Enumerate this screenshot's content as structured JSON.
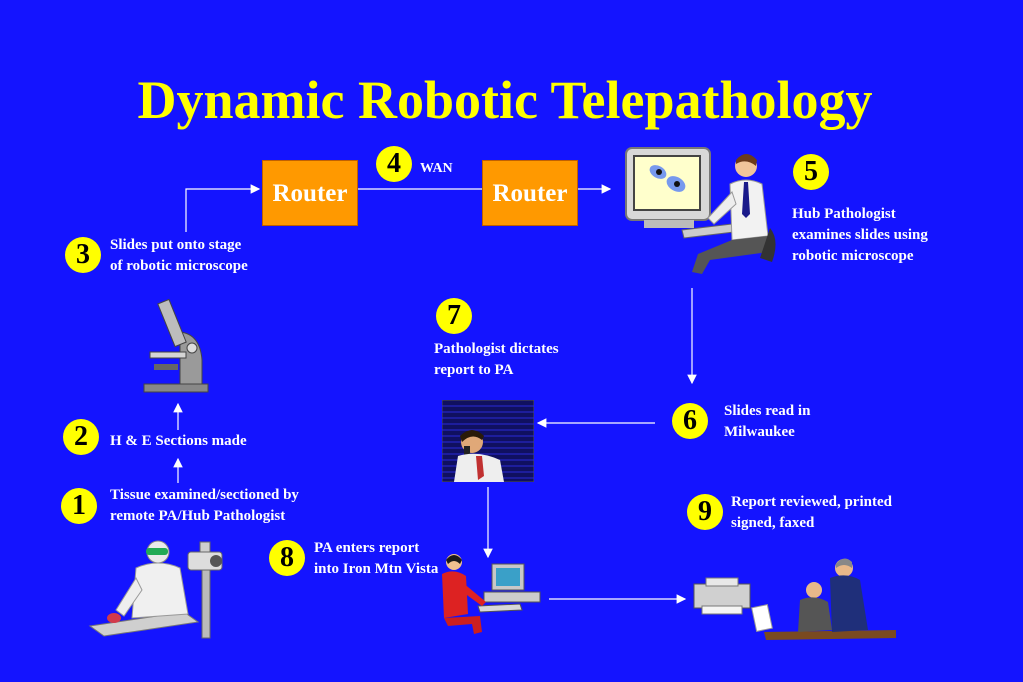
{
  "title": "Dynamic Robotic Telepathology",
  "network": {
    "router_label": "Router",
    "wan_label": "WAN"
  },
  "steps": [
    {
      "number": "1",
      "lines": [
        "Tissue examined/sectioned by",
        "remote PA/Hub Pathologist"
      ]
    },
    {
      "number": "2",
      "lines": [
        "H & E Sections made"
      ]
    },
    {
      "number": "3",
      "lines": [
        "Slides put onto stage",
        "of robotic microscope"
      ]
    },
    {
      "number": "4",
      "lines": [
        "WAN"
      ]
    },
    {
      "number": "5",
      "lines": [
        "Hub Pathologist",
        "examines slides using",
        "robotic microscope"
      ]
    },
    {
      "number": "6",
      "lines": [
        "Slides read in",
        "Milwaukee"
      ]
    },
    {
      "number": "7",
      "lines": [
        "Pathologist dictates",
        "report to PA"
      ]
    },
    {
      "number": "8",
      "lines": [
        "PA enters report",
        "into Iron Mtn Vista"
      ]
    },
    {
      "number": "9",
      "lines": [
        "Report reviewed, printed",
        "signed, faxed"
      ]
    }
  ],
  "colors": {
    "background": "#1414ff",
    "title": "#ffff00",
    "badge": "#ffff00",
    "router": "#ff9900",
    "text": "#ffffff"
  }
}
